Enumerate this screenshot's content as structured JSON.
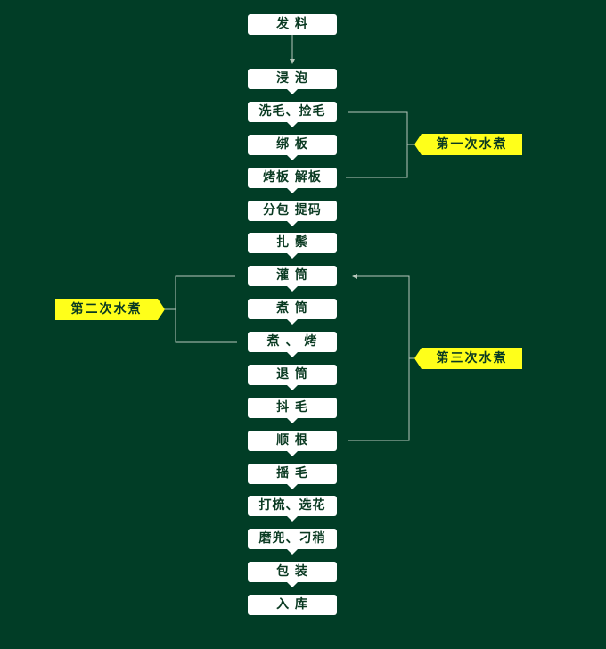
{
  "steps": [
    "发  料",
    "浸  泡",
    "洗毛、捡毛",
    "绑  板",
    "烤板  解板",
    "分包  提码",
    "扎  鬃",
    "灌  筒",
    "煮  筒",
    "煮  、  烤",
    "退  筒",
    "抖  毛",
    "顺  根",
    "摇  毛",
    "打梳、选花",
    "磨兜、刁稍",
    "包  装",
    "入  库"
  ],
  "tags": {
    "first_boil": "第一次水煮",
    "second_boil": "第二次水煮",
    "third_boil": "第三次水煮"
  },
  "colors": {
    "background": "#013d26",
    "box": "#ffffff",
    "tag": "#ffff1a",
    "line": "#b8c8bc"
  }
}
